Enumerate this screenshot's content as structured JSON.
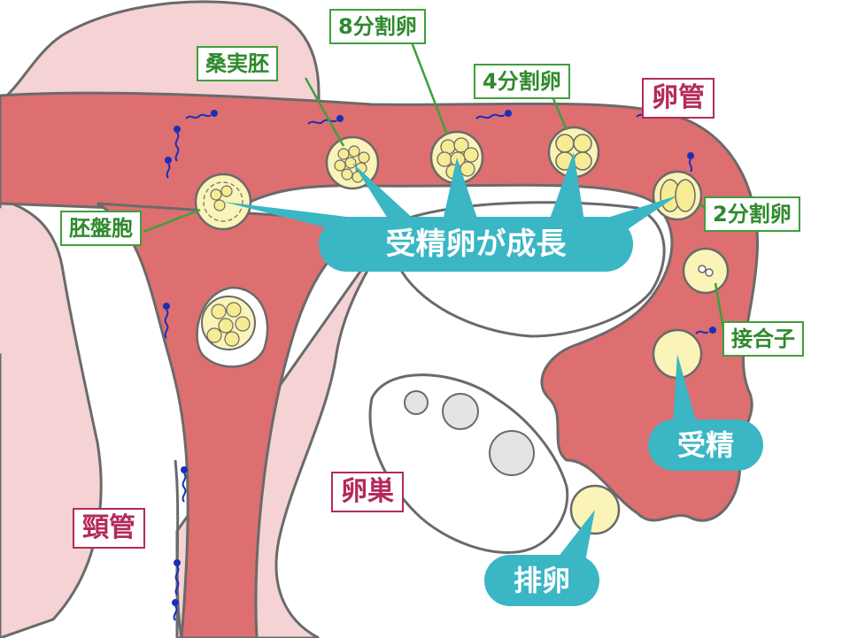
{
  "colors": {
    "tissue": "#dd6f70",
    "tissue_light": "#f5d2d4",
    "outline": "#6a6a6a",
    "cavity": "#ffffff",
    "egg_fill": "#fbf4b9",
    "egg_cells": "#f7eb93",
    "sperm": "#1a2fb8",
    "green_label": "#2e8a2c",
    "red_label": "#b42a5c",
    "callout": "#3ab6c4"
  },
  "labels": {
    "morula": "桑実胚",
    "eight_cell": "8分割卵",
    "four_cell": "4分割卵",
    "oviduct": "卵管",
    "blastocyst": "胚盤胞",
    "two_cell": "2分割卵",
    "zygote": "接合子",
    "ovary": "卵巣",
    "cervix": "頸管"
  },
  "callouts": {
    "growth": "受精卵が成長",
    "fertilization": "受精",
    "ovulation": "排卵"
  }
}
